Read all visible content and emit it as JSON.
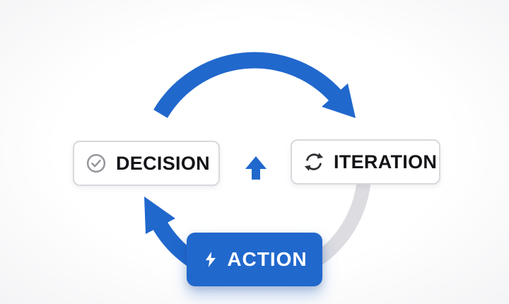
{
  "diagram": {
    "type": "cycle",
    "direction": "clockwise",
    "nodes": [
      {
        "id": "decision",
        "label": "DECISION",
        "icon": "check-circle-icon"
      },
      {
        "id": "iteration",
        "label": "ITERATION",
        "icon": "refresh-icon"
      },
      {
        "id": "action",
        "label": "ACTION",
        "icon": "lightning-icon"
      }
    ],
    "center_arrow": {
      "direction": "up"
    },
    "colors": {
      "accent_blue": "#2168cd",
      "inactive_arc_gray": "#dcdce1",
      "box_border_gray": "#d8d9de",
      "icon_gray": "#95969c",
      "icon_dark": "#2e3033",
      "text_dark": "#131417",
      "text_on_blue": "#ffffff"
    }
  }
}
